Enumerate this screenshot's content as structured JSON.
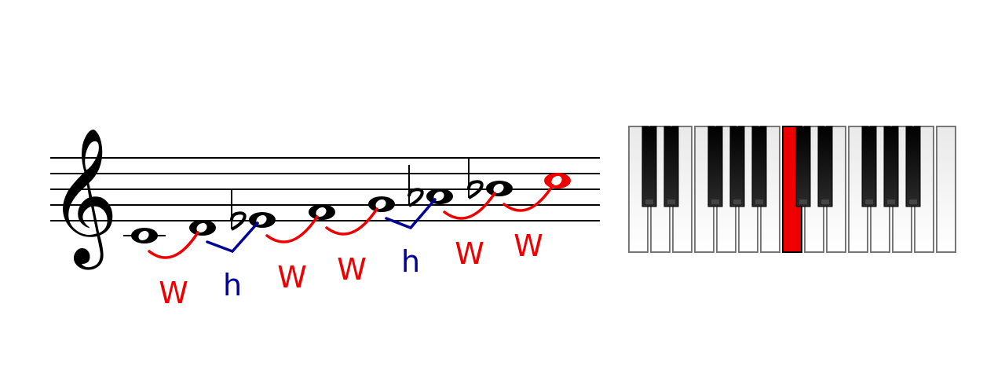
{
  "colors": {
    "whole_step": "#ee0000",
    "half_step": "#000099",
    "ink": "#000000",
    "highlight_key": "#ee0000",
    "key_border": "#777777"
  },
  "icons": {
    "clef": "treble-clef-icon",
    "flat": "flat-sign-icon",
    "note": "whole-note-icon"
  },
  "staff": {
    "clef_glyph": "𝄞",
    "flat_glyph": "♭"
  },
  "notes": [
    {
      "staff_step": -2,
      "flat": false,
      "ledger": true,
      "highlight": false
    },
    {
      "staff_step": -1,
      "flat": false,
      "ledger": false,
      "highlight": false
    },
    {
      "staff_step": 0,
      "flat": true,
      "ledger": false,
      "highlight": false
    },
    {
      "staff_step": 1,
      "flat": false,
      "ledger": false,
      "highlight": false
    },
    {
      "staff_step": 2,
      "flat": false,
      "ledger": false,
      "highlight": false
    },
    {
      "staff_step": 3,
      "flat": true,
      "ledger": false,
      "highlight": false
    },
    {
      "staff_step": 4,
      "flat": true,
      "ledger": false,
      "highlight": false
    },
    {
      "staff_step": 5,
      "flat": false,
      "ledger": false,
      "highlight": true
    }
  ],
  "intervals": [
    {
      "type": "whole",
      "label": "W"
    },
    {
      "type": "half",
      "label": "h"
    },
    {
      "type": "whole",
      "label": "W"
    },
    {
      "type": "whole",
      "label": "W"
    },
    {
      "type": "half",
      "label": "h"
    },
    {
      "type": "whole",
      "label": "W"
    },
    {
      "type": "whole",
      "label": "W"
    }
  ],
  "keyboard": {
    "white_key_count": 15,
    "highlighted_white_key": 7,
    "black_keys_after_white": [
      0,
      1,
      3,
      4,
      5,
      7,
      8,
      10,
      11,
      12
    ]
  }
}
